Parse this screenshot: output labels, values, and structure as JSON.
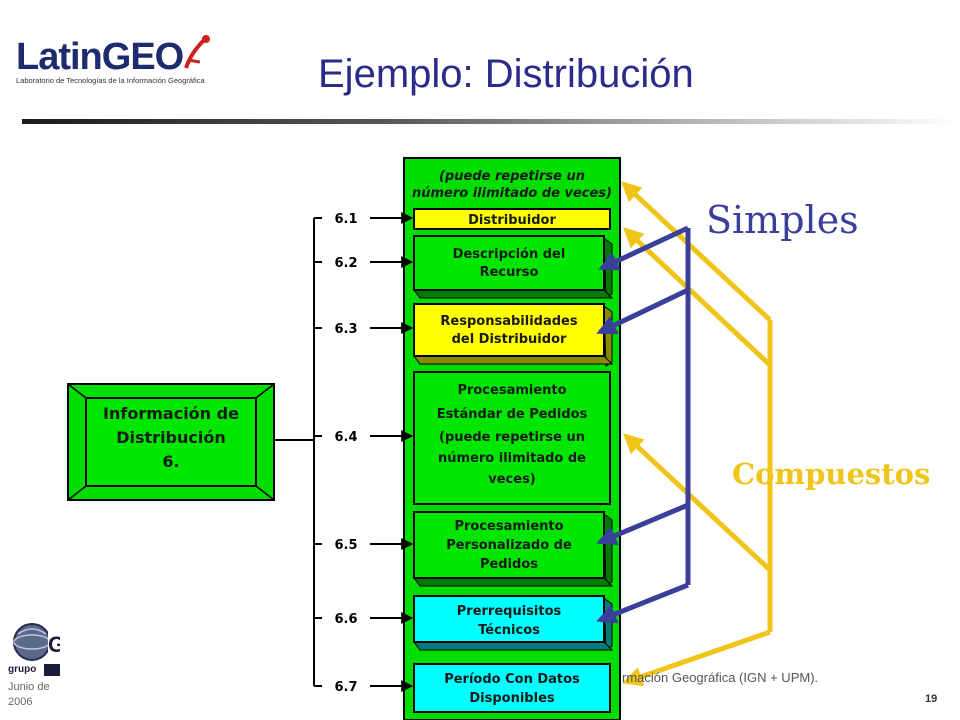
{
  "header": {
    "logo_text_latin": "Latin",
    "logo_text_geo": "GEO",
    "logo_subtitle": "Laboratorio de Tecnologías de la Información Geográfica",
    "title": "Ejemplo: Distribución"
  },
  "diagram": {
    "root_box": {
      "line1": "Información de",
      "line2": "Distribución",
      "line3": "6."
    },
    "header_note": {
      "line1": "(puede repetirse un",
      "line2": "número ilimitado de veces)"
    },
    "items": [
      {
        "number": "6.1",
        "line1": "Distribuidor",
        "line2": "",
        "line3": "",
        "line4": "",
        "line5": "",
        "color": "#ffff00"
      },
      {
        "number": "6.2",
        "line1": "Descripción del",
        "line2": "Recurso",
        "line3": "",
        "line4": "",
        "line5": "",
        "color": "#00e600"
      },
      {
        "number": "6.3",
        "line1": "Responsabilidades",
        "line2": "del Distribuidor",
        "line3": "",
        "line4": "",
        "line5": "",
        "color": "#ffff00"
      },
      {
        "number": "6.4",
        "line1": "Procesamiento",
        "line2": "Estándar de Pedidos",
        "line3": "(puede repetirse un",
        "line4": "número ilimitado de",
        "line5": "veces)",
        "color": "#00e600"
      },
      {
        "number": "6.5",
        "line1": "Procesamiento",
        "line2": "Personalizado de",
        "line3": "Pedidos",
        "line4": "",
        "line5": "",
        "color": "#00e600"
      },
      {
        "number": "6.6",
        "line1": "Prerrequisitos",
        "line2": "Técnicos",
        "line3": "",
        "line4": "",
        "line5": "",
        "color": "#00ffff"
      },
      {
        "number": "6.7",
        "line1": "Período Con Datos",
        "line2": "Disponibles",
        "line3": "",
        "line4": "",
        "line5": "",
        "color": "#00ffff"
      }
    ]
  },
  "labels": {
    "simples": "Simples",
    "compuestos": "Compuestos"
  },
  "colors": {
    "simple_arrows": "#3a3f9a",
    "compound_arrows": "#f0c419",
    "title": "#2b2b8a",
    "panel_green": "#00dd00"
  },
  "footer": {
    "left_line1": "Junio de",
    "left_line2": "2006",
    "right_text": "rmación Geográfica (IGN + UPM).",
    "page_number": "19",
    "group_logo_text": "grupo"
  }
}
